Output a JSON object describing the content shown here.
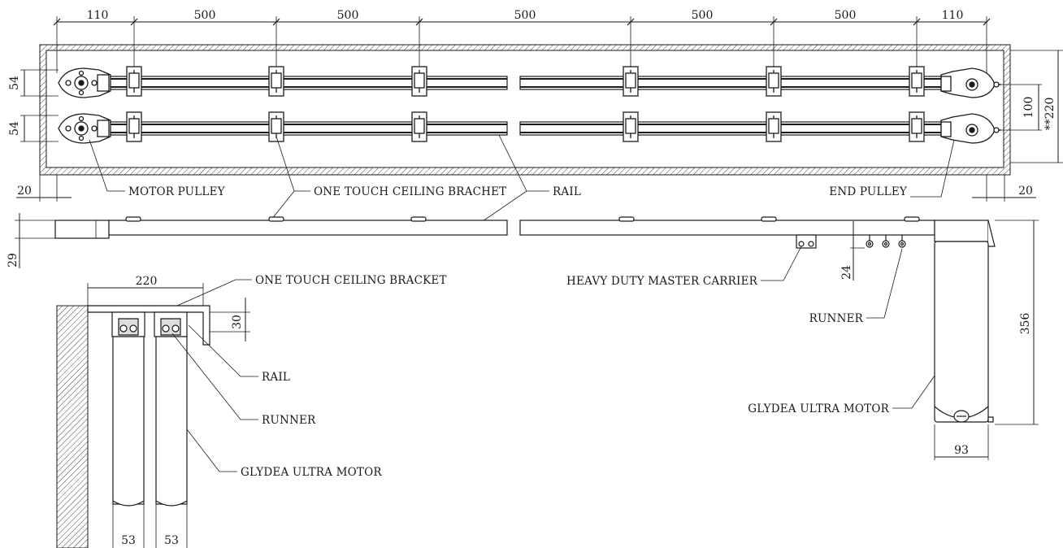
{
  "dimensions": {
    "top_spans": [
      "110",
      "500",
      "500",
      "500",
      "500",
      "500",
      "110"
    ],
    "left_54_a": "54",
    "left_54_b": "54",
    "right_100": "100",
    "right_220": "**220",
    "left_20": "20",
    "right_20": "20",
    "side_29": "29",
    "side_24": "24",
    "side_356": "356",
    "side_93": "93",
    "section_220": "220",
    "section_30": "30",
    "section_53_a": "53",
    "section_53_b": "53"
  },
  "labels": {
    "motor_pulley": "MOTOR PULLEY",
    "one_touch_ceiling_brachet": "ONE TOUCH CEILING BRACHET",
    "rail_top": "RAIL",
    "end_pulley": "END PULLEY",
    "heavy_duty_master_carrier": "HEAVY DUTY MASTER CARRIER",
    "runner_side": "RUNNER",
    "glydea_ultra_motor_side": "GLYDEA ULTRA MOTOR",
    "one_touch_ceiling_bracket": "ONE TOUCH CEILING BRACKET",
    "rail_section": "RAIL",
    "runner_section": "RUNNER",
    "glydea_ultra_motor_section": "GLYDEA ULTRA MOTOR"
  }
}
